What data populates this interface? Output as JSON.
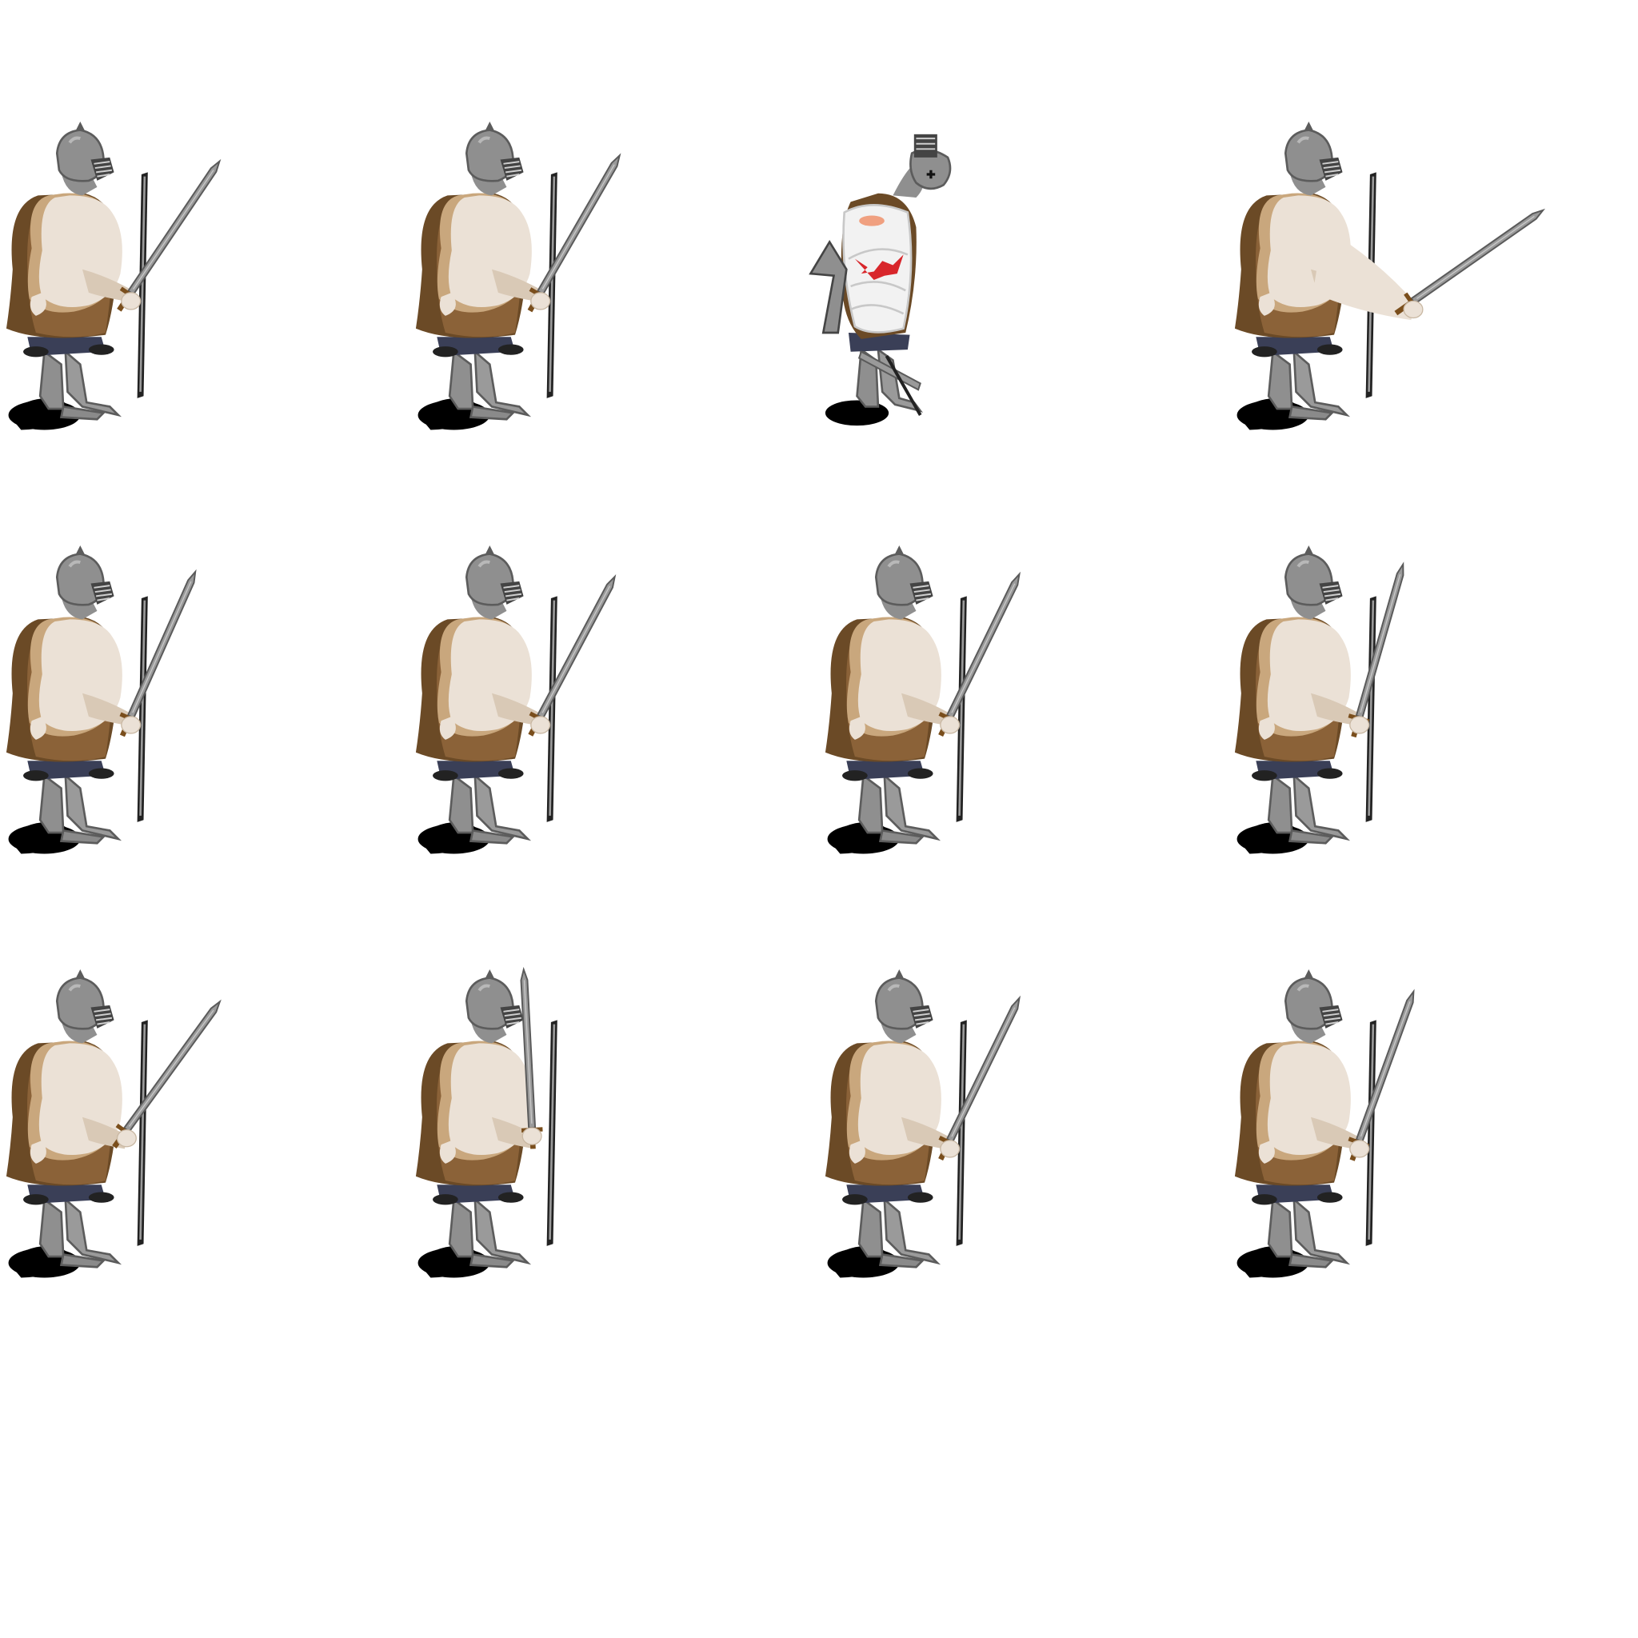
{
  "sprite_sheet": {
    "columns": 4,
    "rows": 3,
    "background": "#ffffff",
    "palette": {
      "armor": "#8f8f8f",
      "armor_dark": "#5c5c5c",
      "armor_light": "#b8b8b8",
      "tunic_dark": "#6b4a26",
      "tunic_mid": "#8b6238",
      "tunic_light": "#c9a77d",
      "skin": "#ebe1d6",
      "skin_shade": "#d9c9b6",
      "pants": "#3a3f57",
      "shadow": "#000000",
      "blade": "#9a9a9a",
      "blade_dark": "#5a5a5a",
      "hilt": "#7a4e1c",
      "bandage": "#f2f2f2",
      "blood": "#d8262b"
    },
    "frames": [
      {
        "name": "idle-1",
        "pose": "hold-low",
        "sword_angle": 34
      },
      {
        "name": "idle-2",
        "pose": "hold-low",
        "sword_angle": 30
      },
      {
        "name": "hurt",
        "pose": "hurt",
        "sword_angle": 0
      },
      {
        "name": "thrust",
        "pose": "extend",
        "sword_angle": 55
      },
      {
        "name": "idle-3",
        "pose": "hold-low",
        "sword_angle": 24
      },
      {
        "name": "idle-4",
        "pose": "hold-low",
        "sword_angle": 28
      },
      {
        "name": "idle-5",
        "pose": "hold-low",
        "sword_angle": 26
      },
      {
        "name": "idle-6",
        "pose": "hold-low",
        "sword_angle": 16
      },
      {
        "name": "raise-1",
        "pose": "hold-high",
        "sword_angle": 36
      },
      {
        "name": "guard",
        "pose": "hold-upright",
        "sword_angle": -3
      },
      {
        "name": "idle-7",
        "pose": "hold-low",
        "sword_angle": 26
      },
      {
        "name": "idle-8",
        "pose": "hold-low",
        "sword_angle": 20
      }
    ]
  }
}
